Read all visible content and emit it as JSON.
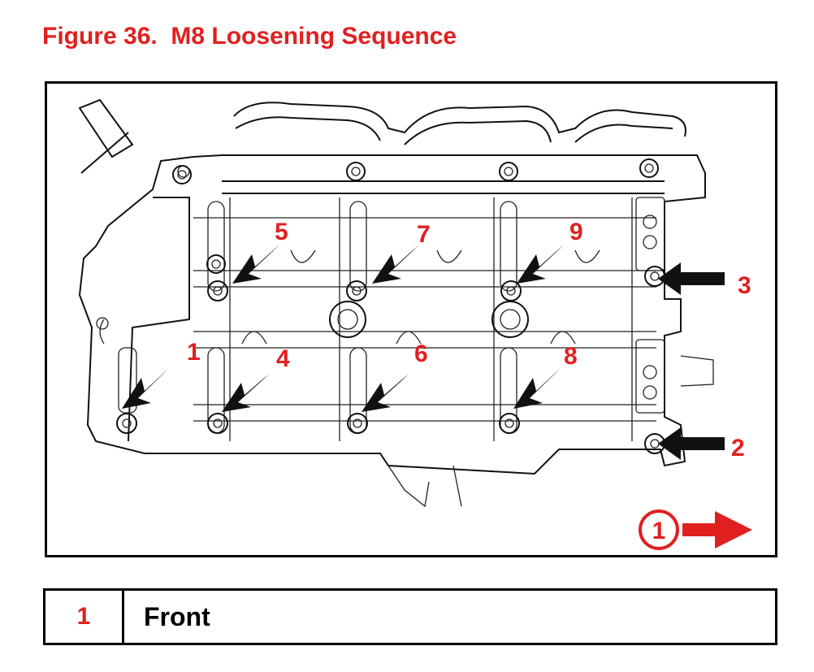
{
  "title": "Figure 36.  M8 Loosening Sequence",
  "callouts": [
    "1",
    "2",
    "3",
    "4",
    "5",
    "6",
    "7",
    "8",
    "9"
  ],
  "direction_marker": "1",
  "legend": {
    "number": "1",
    "label": "Front"
  },
  "colors": {
    "accent": "#e0201f",
    "arrow": "#111111",
    "line": "#111111"
  }
}
